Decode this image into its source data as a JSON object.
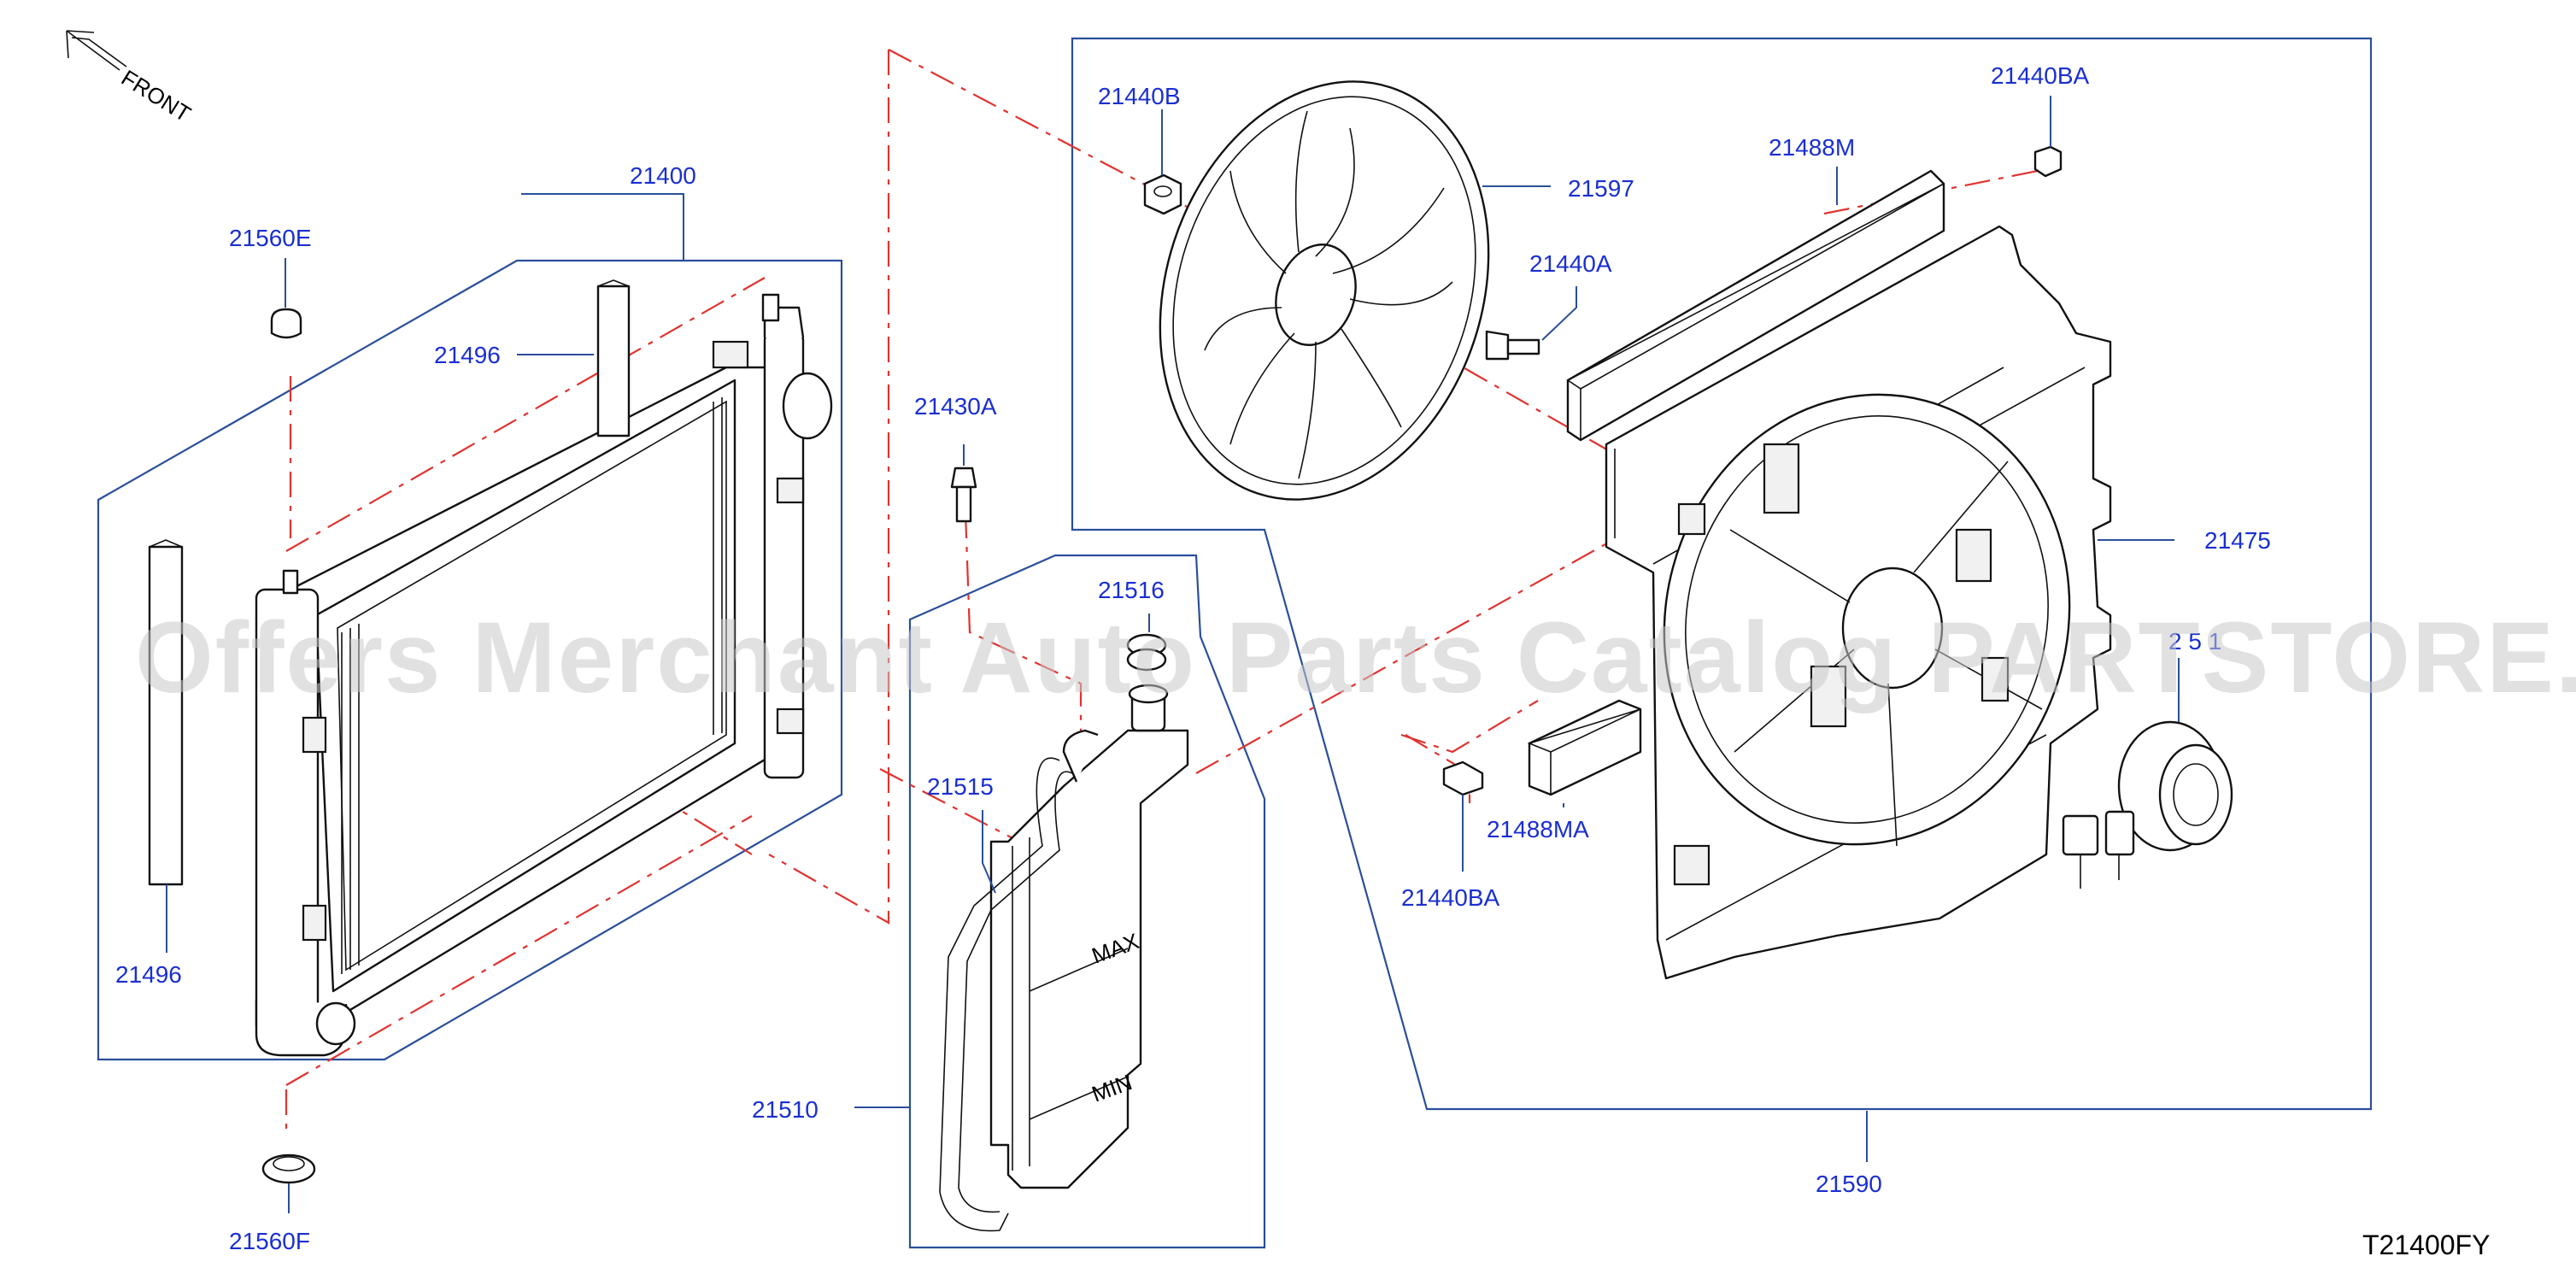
{
  "diagram": {
    "watermark": "Offers Merchant Auto Parts Catalog PARTSTORE.SA",
    "orientation_label": "FRONT",
    "catalog_code": "T21400FY",
    "part_labels": [
      {
        "id": "21400",
        "text": "21400"
      },
      {
        "id": "21560E",
        "text": "21560E"
      },
      {
        "id": "21496-top",
        "text": "21496"
      },
      {
        "id": "21496-bottom",
        "text": "21496"
      },
      {
        "id": "21560F",
        "text": "21560F"
      },
      {
        "id": "21430A",
        "text": "21430A"
      },
      {
        "id": "21516",
        "text": "21516"
      },
      {
        "id": "21515",
        "text": "21515"
      },
      {
        "id": "21510",
        "text": "21510"
      },
      {
        "id": "21440B",
        "text": "21440B"
      },
      {
        "id": "21597",
        "text": "21597"
      },
      {
        "id": "21440A",
        "text": "21440A"
      },
      {
        "id": "21488M",
        "text": "21488M"
      },
      {
        "id": "21440BA-top",
        "text": "21440BA"
      },
      {
        "id": "21475",
        "text": "21475"
      },
      {
        "id": "2_5_1",
        "text": "2 5 1"
      },
      {
        "id": "21488MA",
        "text": "21488MA"
      },
      {
        "id": "21440BA-bottom",
        "text": "21440BA"
      },
      {
        "id": "21590",
        "text": "21590"
      }
    ],
    "tank_markings": {
      "max": "MAX",
      "min": "MIN"
    },
    "colors": {
      "labels": "#1a2fd0",
      "group_boxes": "#2a4f9a",
      "center_lines": "#e0332f",
      "parts": "#111111"
    }
  }
}
